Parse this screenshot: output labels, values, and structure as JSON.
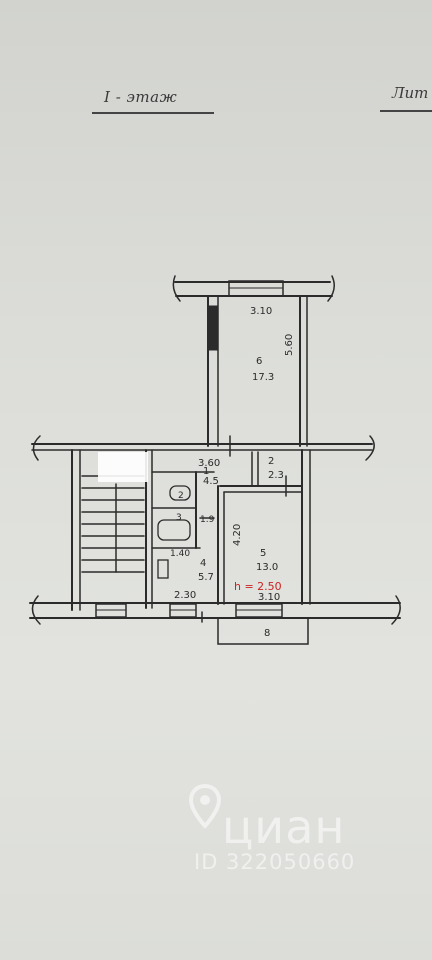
{
  "floor_label": "I - этаж",
  "corner_label": "Лит",
  "rooms": [
    {
      "number": "6",
      "area": "17.3"
    },
    {
      "number": "1",
      "area": "4.5"
    },
    {
      "number": "2",
      "area": "2.3"
    },
    {
      "number": "3",
      "area": "1.9"
    },
    {
      "number": "4",
      "area": "5.7"
    },
    {
      "number": "5",
      "area": "13.0"
    }
  ],
  "dimensions": {
    "room6_width": "3.10",
    "room6_length": "5.60",
    "hall_width": "3.60",
    "room5_length": "4.20",
    "room5_width": "3.10",
    "kitchen_width": "2.30",
    "kitchen_niche": "1.40",
    "stair_mark": "8"
  },
  "wc_mark": "2",
  "bath_mark": "3",
  "height_note": "h = 2.50",
  "watermark": {
    "brand": "циан",
    "listing_id": "ID 322050660"
  }
}
